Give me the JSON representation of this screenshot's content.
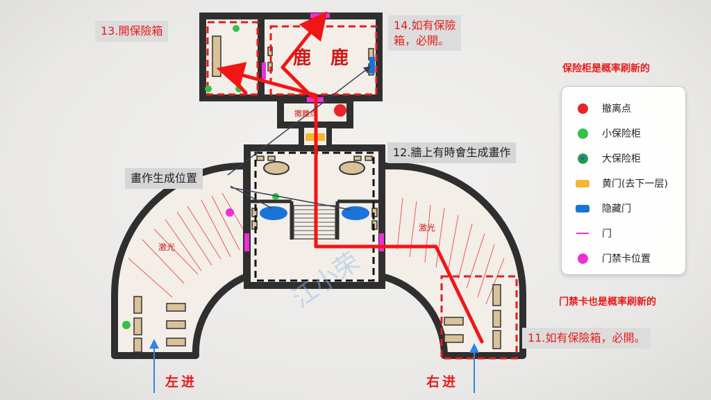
{
  "colors": {
    "wall": "#2f2f2f",
    "floor": "#f3eee7",
    "route": "#f21515",
    "safe_small": "#34c24a",
    "safe_large": "#2a9a48",
    "extract": "#e8242a",
    "yellow_door": "#f4b731",
    "hidden_door": "#1a73d9",
    "door": "#ee2ed6",
    "keycard": "#ee2ed6",
    "laser": "#e85a5a"
  },
  "callouts": {
    "c13": "13.開保險箱",
    "c14_line1": "14.如有保險",
    "c14_line2": "箱，必開。",
    "c12": "12.牆上有時會生成畫作",
    "painting": "畫作生成位置",
    "c11": "11.如有保險箱，必開。"
  },
  "notes": {
    "safe_refresh": "保险柜是概率刷新的",
    "keycard_refresh": "门禁卡也是概率刷新的"
  },
  "map_labels": {
    "deer": "鹿",
    "deer2": "鹿",
    "extract_label": "撤離点",
    "laser_left": "激光",
    "laser_right": "激光",
    "watermark": "江小荣"
  },
  "entries": {
    "left": "左进",
    "right": "右进"
  },
  "legend": [
    {
      "icon": "red-dot-icon",
      "label": "撤离点"
    },
    {
      "icon": "green-dot-icon",
      "label": "小保险柜"
    },
    {
      "icon": "green-star-dot-icon",
      "label": "大保险柜"
    },
    {
      "icon": "yellow-rect-icon",
      "label": "黄门(去下一层)"
    },
    {
      "icon": "blue-rect-icon",
      "label": "隐藏门"
    },
    {
      "icon": "pink-line-icon",
      "label": "门"
    },
    {
      "icon": "pink-dot-icon",
      "label": "门禁卡位置"
    }
  ]
}
